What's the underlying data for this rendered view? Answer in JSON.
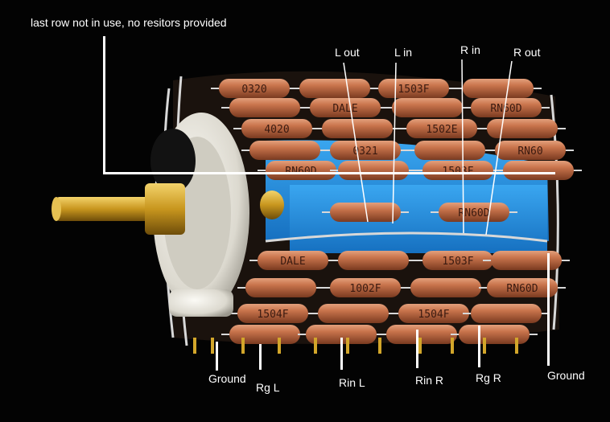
{
  "annotations": {
    "note": "last row not in use, no resitors provided",
    "top": [
      "L out",
      "L in",
      "R in",
      "R out"
    ],
    "bottom": [
      "Ground",
      "Rg L",
      "Rin L",
      "Rin R",
      "Rg R",
      "Ground"
    ]
  },
  "resistor_markings": [
    "0320",
    "1503F",
    "DALE",
    "RN60D",
    "4020",
    "1502E",
    "0321",
    "RN60",
    "RN60D",
    "1503F",
    "RN60D",
    "DALE",
    "1503F",
    "1002F",
    "RN60D",
    "1504F",
    "1504F"
  ],
  "colors": {
    "background": "#030303",
    "resistor_body": "#b8643f",
    "resistor_highlight": "#e09a76",
    "resistor_text": "#3a1a10",
    "insulator_blue": "#1f8fe0",
    "nylon_white": "#e8e6df",
    "brass": "#d2a62a",
    "wire": "#d8d8d8",
    "label_line": "#ffffff"
  }
}
